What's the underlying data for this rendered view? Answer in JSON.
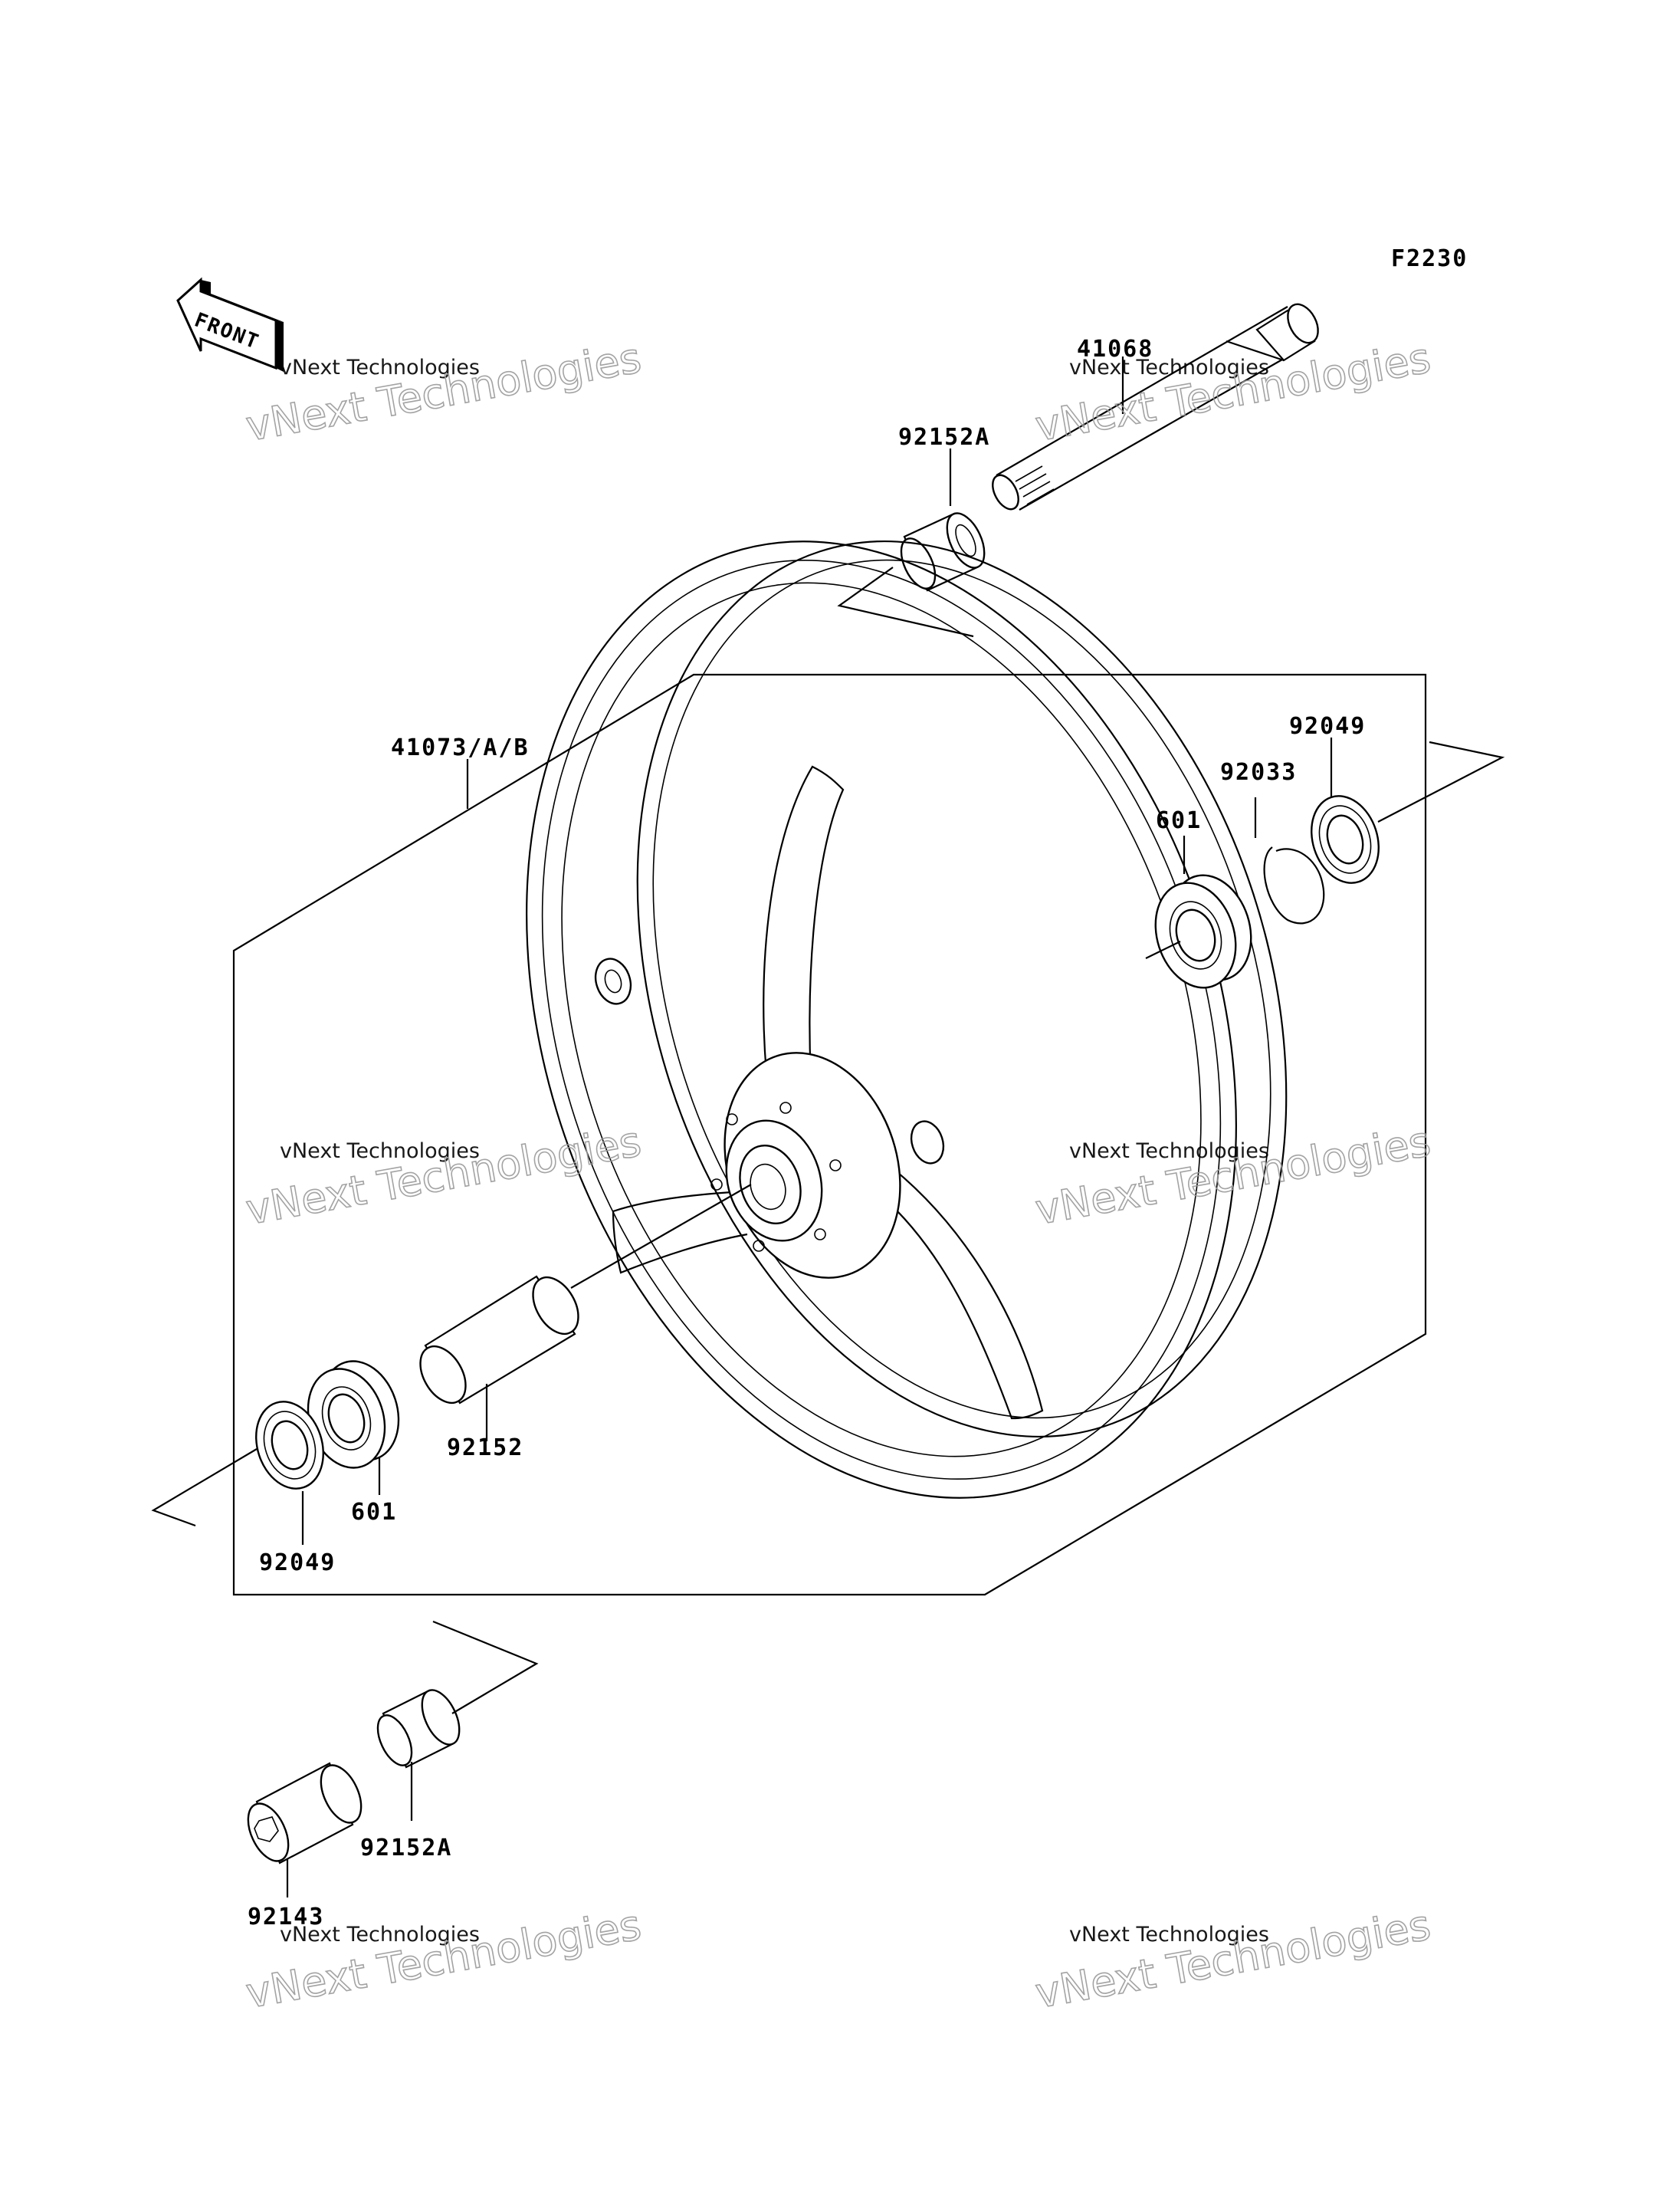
{
  "diagram": {
    "code": "F2230",
    "front_label": "FRONT",
    "labels": {
      "axle": "41068",
      "collar_top": "92152A",
      "wheel": "41073/A/B",
      "seal_right": "92049",
      "circlip": "92033",
      "bearing_right": "601",
      "collar_center": "92152",
      "bearing_left": "601",
      "seal_left": "92049",
      "collar_bottom": "92152A",
      "axle_nut": "92143"
    }
  },
  "watermark": {
    "line1": "vNext Technologies",
    "line2": "vNext Technologies"
  }
}
